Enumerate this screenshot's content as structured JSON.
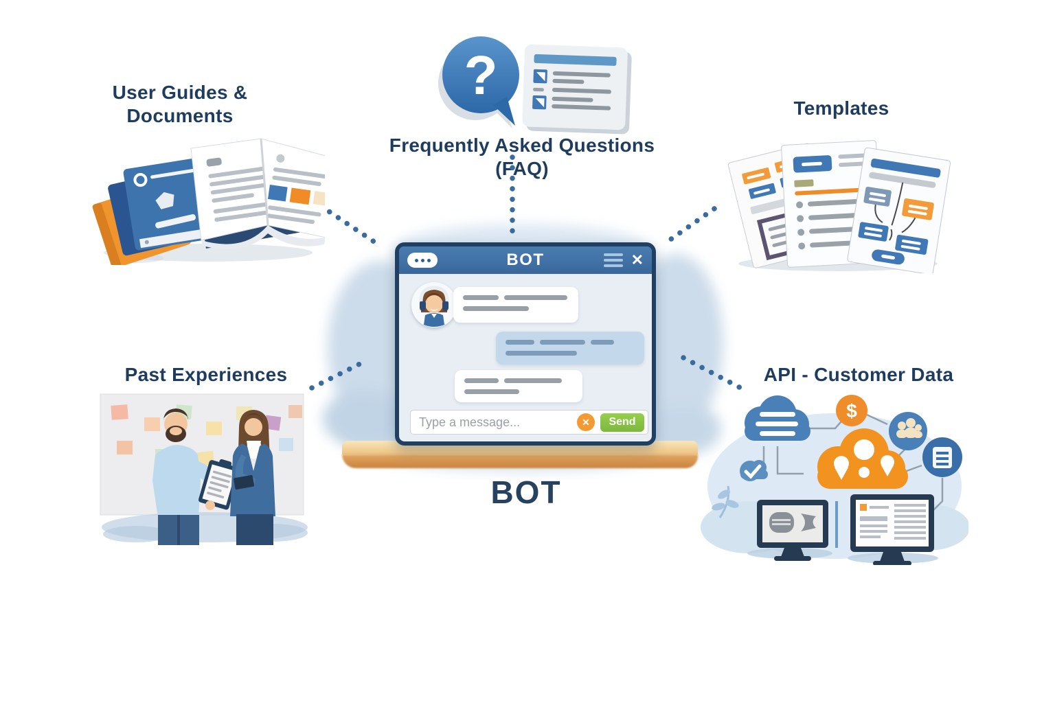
{
  "diagram": {
    "caption": "BOT",
    "nodes": {
      "user_guides": {
        "label_line1": "User Guides &",
        "label_line2": "Documents"
      },
      "faq": {
        "label": "Frequently Asked Questions (FAQ)"
      },
      "templates": {
        "label": "Templates"
      },
      "past_experiences": {
        "label": "Past Experiences"
      },
      "api_customer_data": {
        "label": "API - Customer Data"
      }
    },
    "connections": [
      {
        "from": "user_guides",
        "to": "bot"
      },
      {
        "from": "faq",
        "to": "bot"
      },
      {
        "from": "templates",
        "to": "bot"
      },
      {
        "from": "past_experiences",
        "to": "bot"
      },
      {
        "from": "api_customer_data",
        "to": "bot"
      }
    ]
  },
  "chat_window": {
    "title": "BOT",
    "input_placeholder": "Type a message...",
    "send_label": "Send"
  },
  "icons": {
    "question_glyph": "?",
    "dollar_glyph": "$",
    "close_glyph": "✕",
    "clear_glyph": "✕"
  },
  "colors": {
    "label_text": "#1e3c5e",
    "titlebar_blue": "#3e72a8",
    "window_border": "#1f3f63",
    "accent_orange": "#f0922e",
    "accent_blue": "#3f78b5",
    "send_green": "#8dc63f",
    "connector_dot": "#3a6b9e"
  }
}
